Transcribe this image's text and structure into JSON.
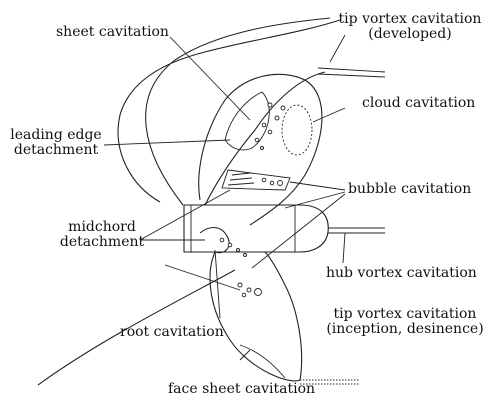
{
  "labels": {
    "sheet_cavitation": "sheet cavitation",
    "tip_vortex_developed_1": "tip vortex cavitation",
    "tip_vortex_developed_2": "(developed)",
    "cloud_cavitation": "cloud cavitation",
    "leading_edge_detachment_1": "leading edge",
    "leading_edge_detachment_2": "detachment",
    "bubble_cavitation": "bubble cavitation",
    "midchord_detachment_1": "midchord",
    "midchord_detachment_2": "detachment",
    "hub_vortex_cavitation": "hub vortex cavitation",
    "tip_vortex_inception_1": "tip vortex cavitation",
    "tip_vortex_inception_2": "(inception, desinence)",
    "root_cavitation": "root cavitation",
    "face_sheet_cavitation": "face sheet cavitation"
  },
  "colors": {
    "line": "#222222",
    "background": "#ffffff"
  }
}
